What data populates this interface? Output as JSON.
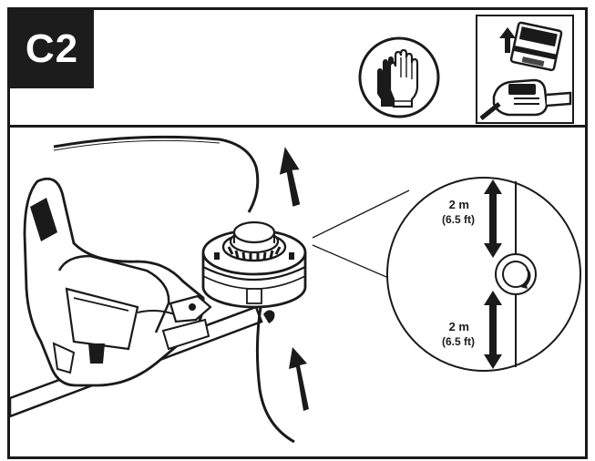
{
  "step": {
    "label": "C2"
  },
  "icons": {
    "gloves": "gloves-icon",
    "battery_removal": "battery-removal-icon"
  },
  "clearance": {
    "top": {
      "metric": "2 m",
      "imperial": "(6.5 ft)"
    },
    "bottom": {
      "metric": "2 m",
      "imperial": "(6.5 ft)"
    }
  },
  "colors": {
    "ink": "#1a1a1a",
    "background": "#ffffff"
  }
}
